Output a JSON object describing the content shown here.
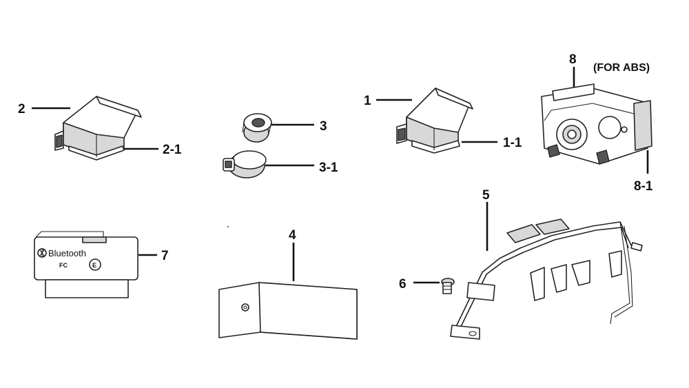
{
  "callouts": {
    "c1": "1",
    "c1_1": "1-1",
    "c2": "2",
    "c2_1": "2-1",
    "c3": "3",
    "c3_1": "3-1",
    "c4": "4",
    "c5": "5",
    "c6": "6",
    "c7": "7",
    "c8": "8",
    "c8_1": "8-1"
  },
  "abs_note": "(FOR ABS)",
  "bluetooth_module": {
    "brand": "Bluetooth",
    "fcc_mark": "FC",
    "ce_mark": "E"
  },
  "colors": {
    "ink": "#111111",
    "shade": "#d8d8d8",
    "background": "#ffffff"
  }
}
